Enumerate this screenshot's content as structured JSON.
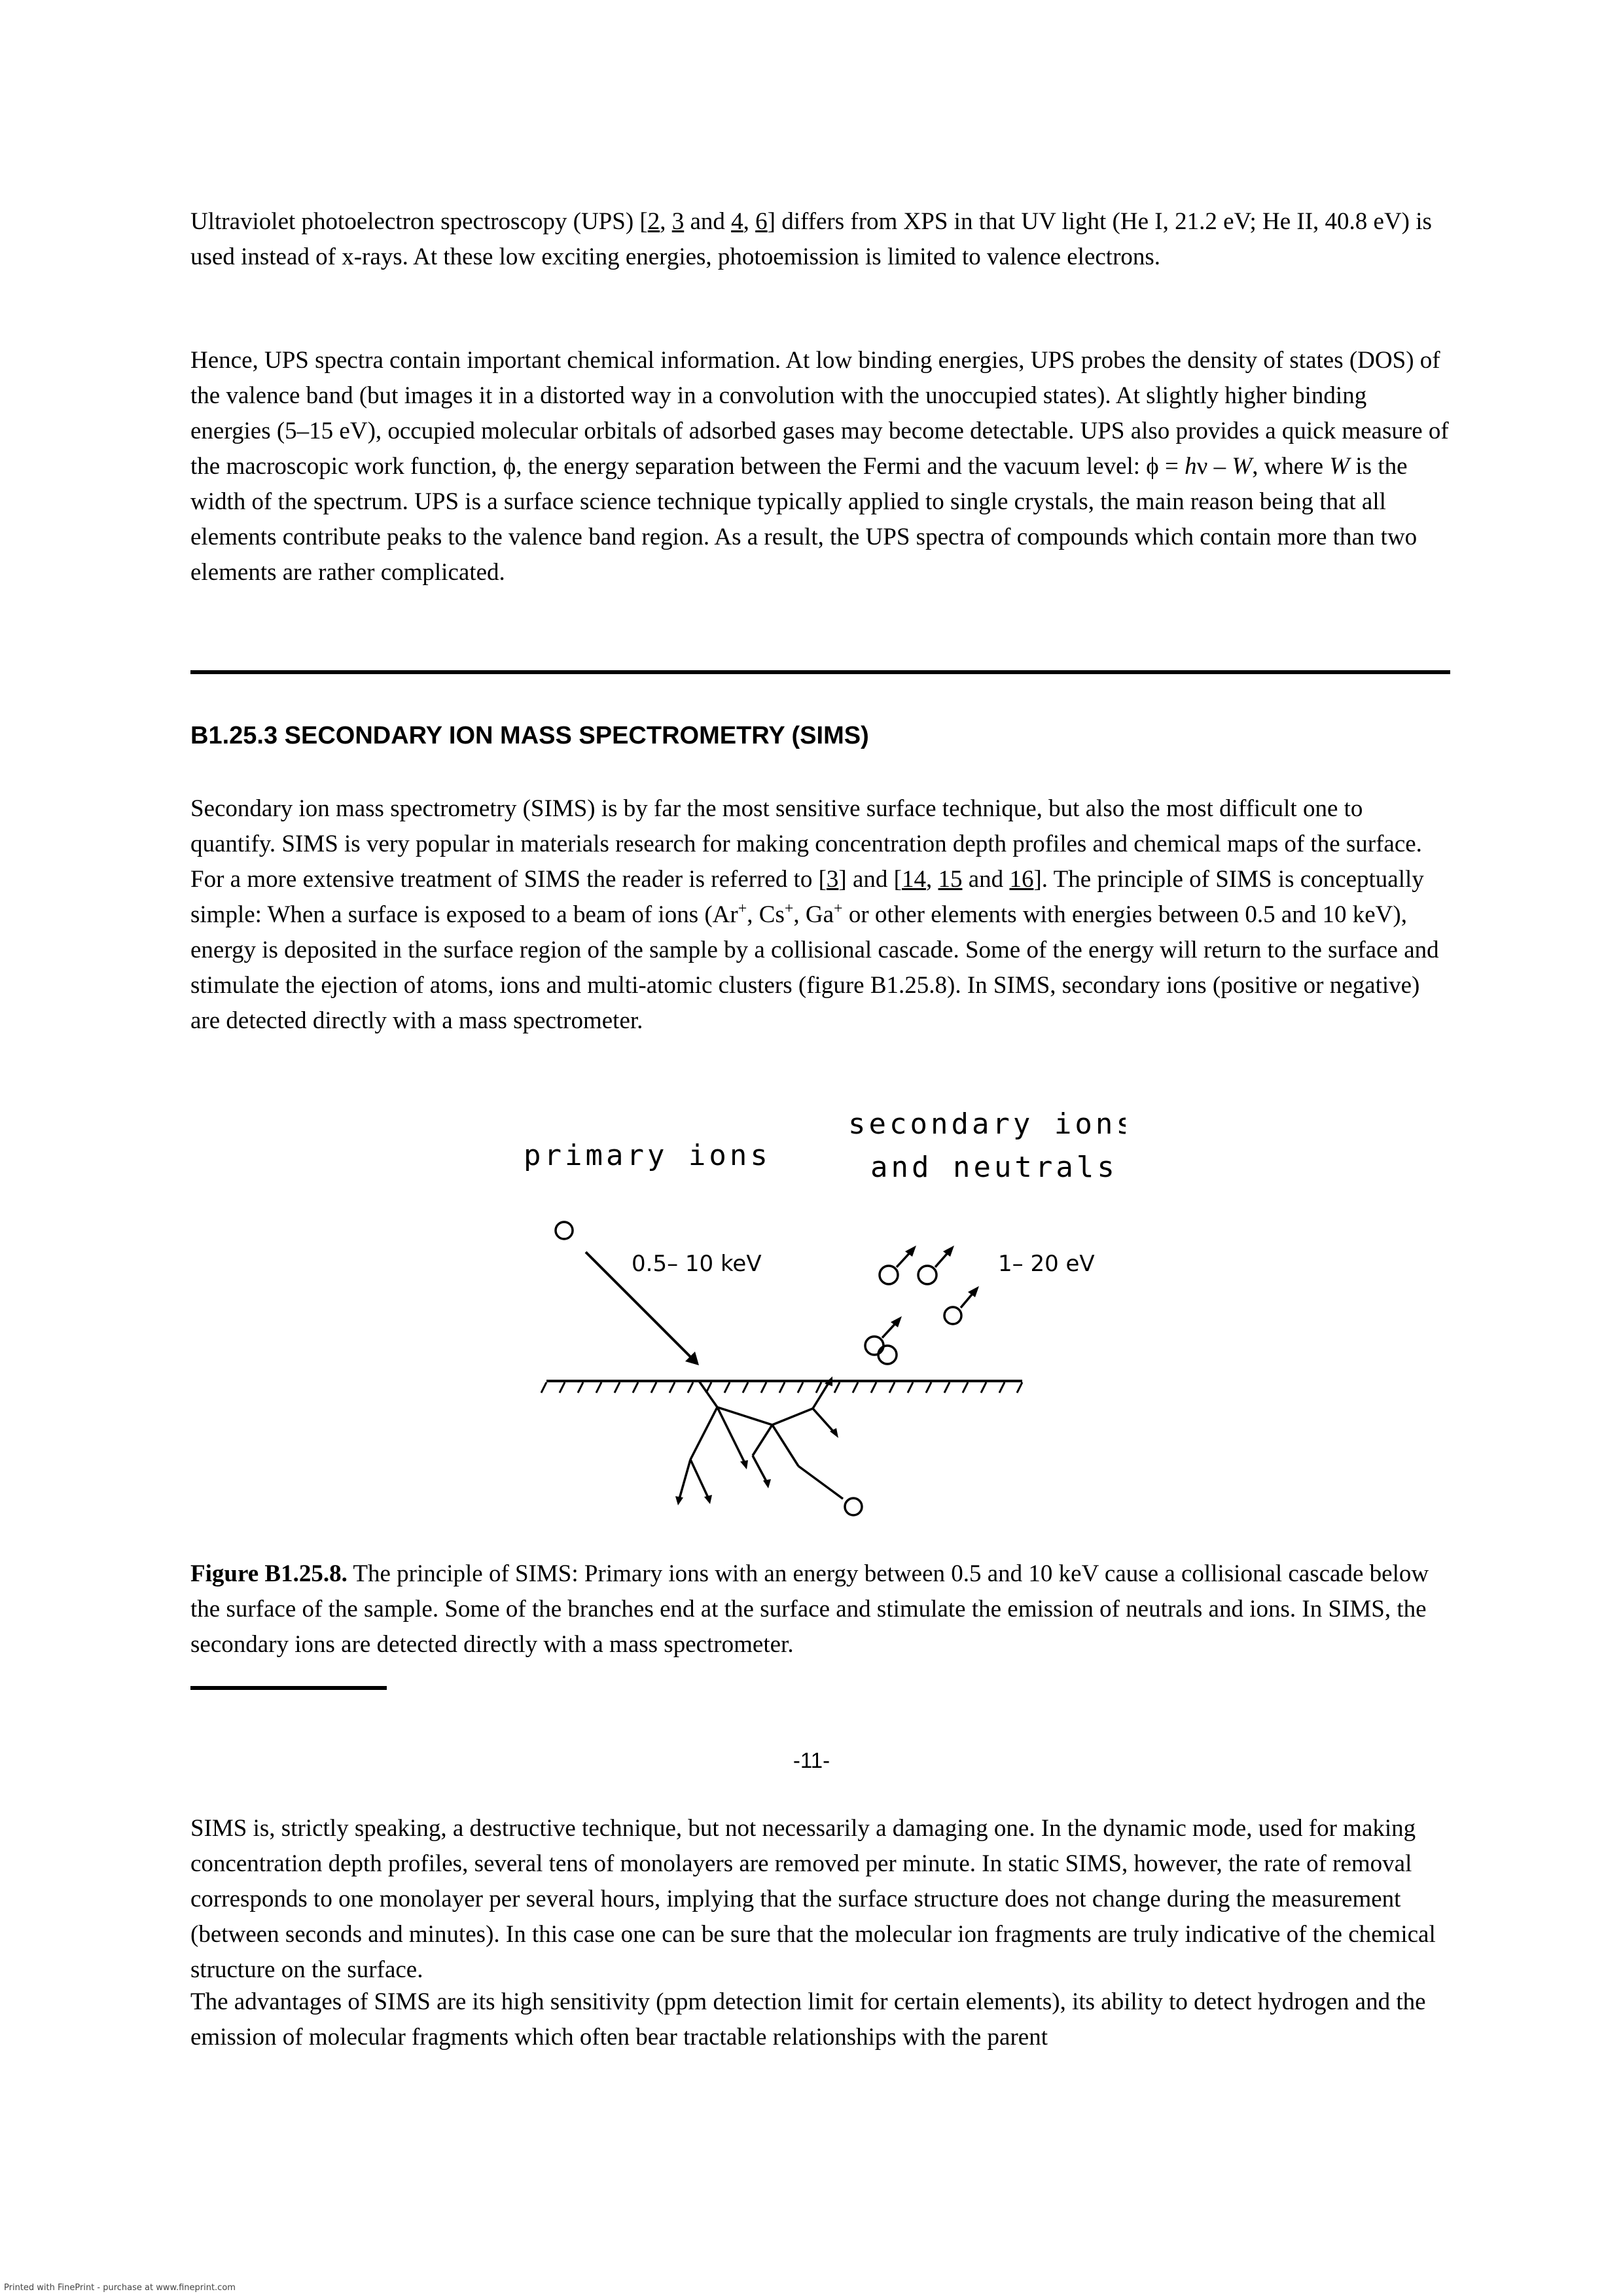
{
  "p1": {
    "t1": "Ultraviolet photoelectron spectroscopy (UPS) [",
    "r1": "2",
    "t2": ", ",
    "r2": "3",
    "t3": " and ",
    "r3": "4",
    "t4": ", ",
    "r4": "6",
    "t5": "] differs from XPS in that UV light (He I, 21.2 eV; He II, 40.8 eV) is used instead of x-rays. At these low exciting energies, photoemission is limited to valence electrons."
  },
  "p2": {
    "t1": "Hence, UPS spectra contain important chemical information. At low binding energies, UPS probes the density of states (DOS) of the valence band (but images it in a distorted way in a convolution with the unoccupied states). At slightly higher binding energies (5–15 eV), occupied molecular orbitals of adsorbed gases may become detectable. UPS also provides a quick measure of the macroscopic work function, ϕ, the energy separation between the Fermi and the vacuum level: ϕ = ",
    "h": "h",
    "nu": "ν – ",
    "w1": "W",
    "t2": ", where ",
    "w2": "W",
    "t3": " is the width of the spectrum. UPS is a surface science technique typically applied to single crystals, the main reason being that all elements contribute peaks to the valence band region. As a result, the UPS spectra of compounds which contain more than two elements are rather complicated."
  },
  "section_heading": "B1.25.3 SECONDARY ION MASS SPECTROMETRY (SIMS)",
  "p3": {
    "t1": "Secondary ion mass spectrometry (SIMS) is by far the most sensitive surface technique, but also the most difficult one to quantify. SIMS is very popular in materials research for making concentration depth profiles and chemical maps of the surface. For a more extensive treatment of SIMS the reader is referred to [",
    "r1": "3",
    "t2": "] and [",
    "r2": "14",
    "t3": ", ",
    "r3": "15",
    "t4": " and ",
    "r4": "16",
    "t5": "]. The principle of SIMS is conceptually simple: When a surface is exposed to a beam of ions (Ar",
    "s1": "+",
    "t6": ", Cs",
    "s2": "+",
    "t7": ", Ga",
    "s3": "+",
    "t8": " or other elements with energies between 0.5 and 10 keV), energy is deposited in the surface region of the sample by a collisional cascade. Some of the energy will return to the surface and stimulate the ejection of atoms, ions and multi-atomic clusters (figure B1.25.8). In SIMS, secondary ions (positive or negative) are detected directly with a mass spectrometer."
  },
  "figure": {
    "label_primary": "primary ions",
    "label_secondary_1": "secondary ions",
    "label_secondary_2": "and neutrals",
    "label_energy_in": "0.5– 10 keV",
    "label_energy_out": "1– 20 eV"
  },
  "caption": {
    "label": "Figure B1.25.8.",
    "text": " The principle of SIMS: Primary ions with an energy between 0.5 and 10 keV cause a collisional cascade below the surface of the sample. Some of the branches end at the surface and stimulate the emission of neutrals and ions. In SIMS, the secondary ions are detected directly with a mass spectrometer."
  },
  "page_number": "-11-",
  "p4": "SIMS is, strictly speaking, a destructive technique, but not necessarily a damaging one. In the dynamic mode, used for making concentration depth profiles, several tens of monolayers are removed per minute. In static SIMS, however, the rate of removal corresponds to one monolayer per several hours, implying that the surface structure does not change during the measurement (between seconds and minutes). In this case one can be sure that the molecular ion fragments are truly indicative of the chemical structure on the surface.",
  "p5": "The advantages of SIMS are its high sensitivity (ppm detection limit for certain elements), its ability to detect hydrogen and the emission of molecular fragments which often bear tractable relationships with the parent",
  "footer": "Printed with FinePrint - purchase at www.fineprint.com"
}
